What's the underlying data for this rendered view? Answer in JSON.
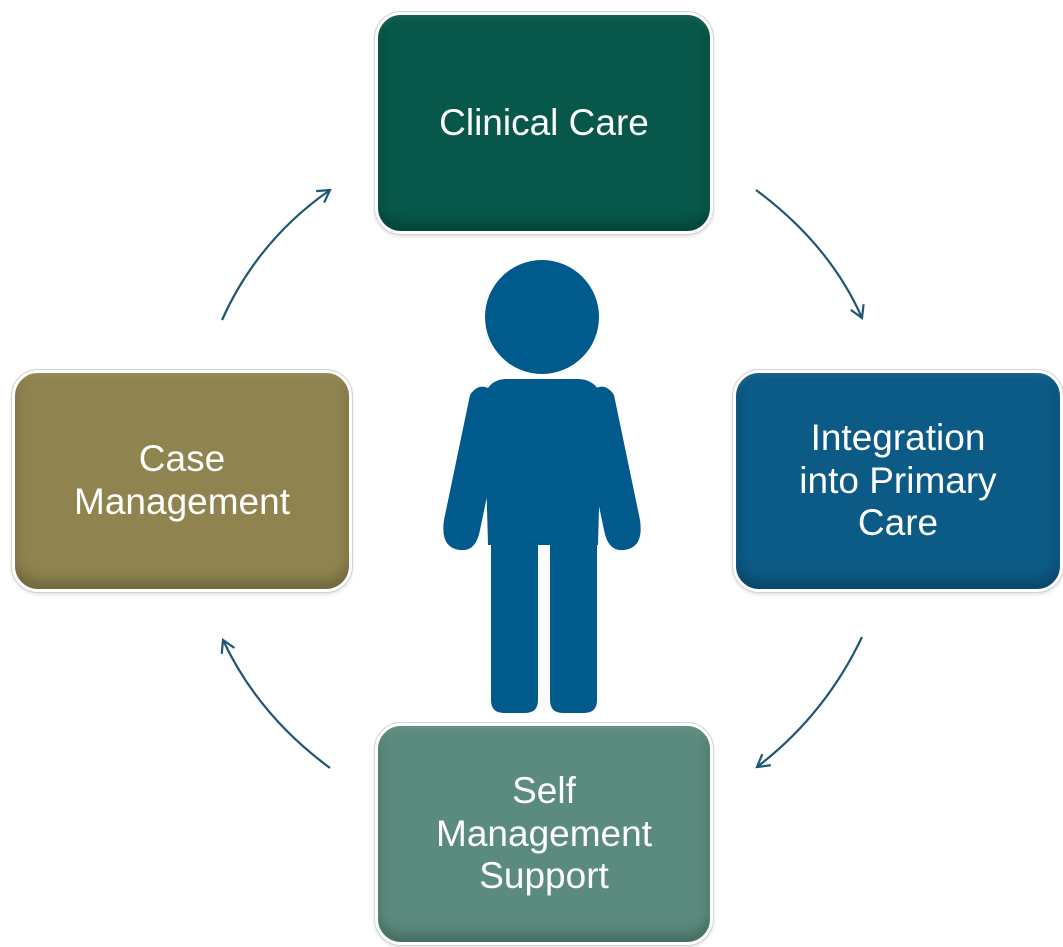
{
  "diagram": {
    "boxes": {
      "clinical_care": {
        "label": "Clinical Care",
        "color": "#07584a"
      },
      "integration": {
        "label": "Integration\ninto Primary\nCare",
        "color": "#0c5a86"
      },
      "self_management": {
        "label": "Self\nManagement\nSupport",
        "color": "#5b8b7e"
      },
      "case_management": {
        "label": "Case\nManagement",
        "color": "#8f844f"
      }
    },
    "center_icon": "person-icon",
    "person_color": "#005a8c",
    "arrow_color": "#1e5676"
  }
}
